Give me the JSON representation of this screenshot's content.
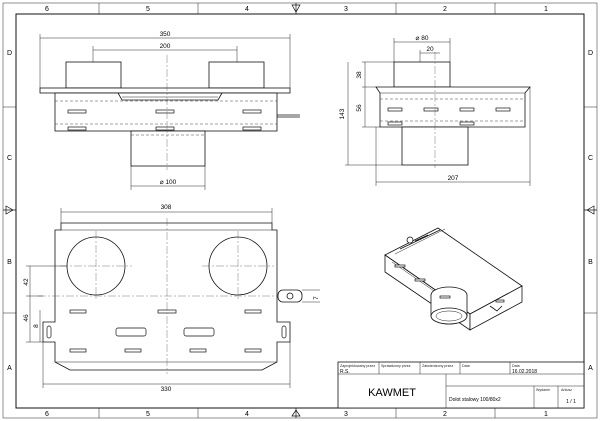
{
  "border": {
    "columns_top": [
      "6",
      "5",
      "4",
      "3",
      "2",
      "1"
    ],
    "columns_bottom": [
      "6",
      "5",
      "4",
      "3",
      "2",
      "1"
    ],
    "rows_left": [
      "D",
      "C",
      "B",
      "A"
    ],
    "rows_right": [
      "D",
      "C",
      "B",
      "A"
    ]
  },
  "top_view": {
    "dim_overall": "350",
    "dim_spacing": "200",
    "dim_diameter": "⌀ 100"
  },
  "side_view": {
    "dim_diameter": "⌀ 80",
    "dim_offset": "20",
    "dim_height_collar": "38",
    "dim_height_box": "56",
    "dim_height_total": "143",
    "dim_length": "207"
  },
  "plan_view": {
    "dim_width_top": "308",
    "dim_width_bottom": "330",
    "dim_hole_offset": "42",
    "dim_lower_offset": "46",
    "dim_slot": "8",
    "dim_tab": "7"
  },
  "title_block": {
    "labels": {
      "designed_by": "Zaprojektowany przez",
      "checked_by": "Sprawdzony przez",
      "approved_by": "Zatwierdzony przez",
      "date_small": "Data",
      "date": "Data",
      "edition": "Wydanie",
      "sheet": "Arkusz"
    },
    "designer": "R.S.",
    "date": "16.02.2018",
    "company": "KAWMET",
    "part_name": "Dolot stalowy 100/80x2",
    "sheet_value": "1 / 1"
  }
}
